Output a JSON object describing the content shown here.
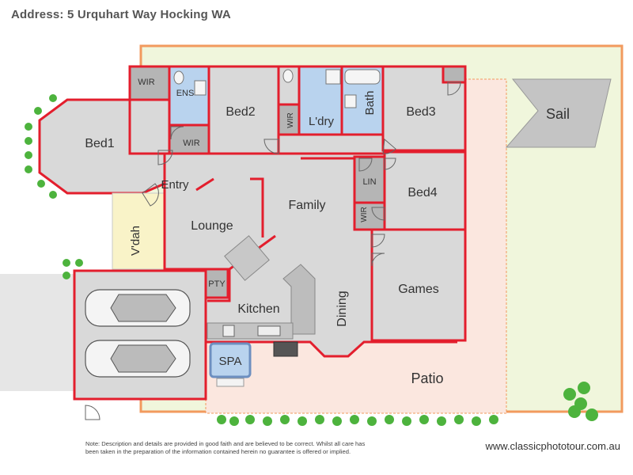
{
  "header": {
    "address": "Address: 5 Urquhart Way Hocking WA"
  },
  "rooms": {
    "bed1": "Bed1",
    "bed2": "Bed2",
    "bed3": "Bed3",
    "bed4": "Bed4",
    "ens": "ENS",
    "wir_bed1_top": "WIR",
    "wir_ens": "WIR",
    "wir_bed2": "WIR",
    "wir_bed4": "WIR",
    "ldry": "L'dry",
    "bath": "Bath",
    "lin": "LIN",
    "entry": "Entry",
    "lounge": "Lounge",
    "family": "Family",
    "vdah": "V'dah",
    "pty": "PTY",
    "kitchen": "Kitchen",
    "dining": "Dining",
    "games": "Games",
    "patio": "Patio",
    "spa": "SPA",
    "sail": "Sail"
  },
  "footer": {
    "note_line1": "Note: Description and details are provided in good faith and are believed to be correct. Whilst all care has",
    "note_line2": "been taken in the preparation of the information contained herein no guarantee is offered or implied.",
    "website": "www.classicphototour.com.au"
  },
  "colors": {
    "wall": "#e31e2d",
    "room_fill": "#d9d9d9",
    "wet_fill": "#b9d3ee",
    "store_fill": "#b5b5b5",
    "yard": "#f0f6dc",
    "patio": "#fbe7df",
    "orange_boundary": "#f29a5e",
    "shrub": "#4db33d"
  }
}
